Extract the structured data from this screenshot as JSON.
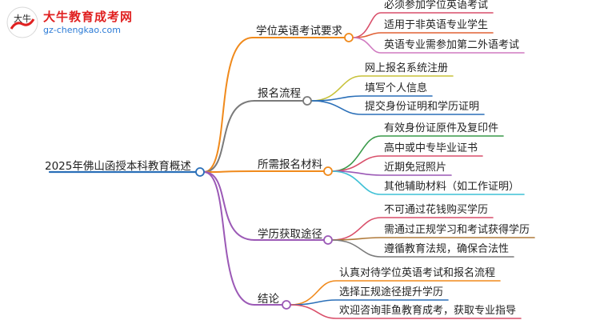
{
  "logo": {
    "title": "大牛教育成考网",
    "url": "gz-chengkao.com",
    "mark_text": "大牛"
  },
  "root": {
    "label": "2025年佛山函授本科教育概述"
  },
  "branches": [
    {
      "label": "学位英语考试要求",
      "color": "#f08a1c",
      "leaves": [
        {
          "label": "必须参加学位英语考试",
          "color": "#d94f6a"
        },
        {
          "label": "适用于非英语专业学生",
          "color": "#e06035"
        },
        {
          "label": "英语专业需参加第二外语考试",
          "color": "#d07ac0"
        }
      ]
    },
    {
      "label": "报名流程",
      "color": "#7a7a7a",
      "leaves": [
        {
          "label": "网上报名系统注册",
          "color": "#c8c23a"
        },
        {
          "label": "填写个人信息",
          "color": "#2a6fb8"
        },
        {
          "label": "提交身份证明和学历证明",
          "color": "#2a6fb8"
        }
      ]
    },
    {
      "label": "所需报名材料",
      "color": "#f08a1c",
      "leaves": [
        {
          "label": "有效身份证原件及复印件",
          "color": "#3a9a4a"
        },
        {
          "label": "高中或中专毕业证书",
          "color": "#d94f6a"
        },
        {
          "label": "近期免冠照片",
          "color": "#9b59b6"
        },
        {
          "label": "其他辅助材料（如工作证明）",
          "color": "#3fc1d6"
        }
      ]
    },
    {
      "label": "学历获取途径",
      "color": "#9b59b6",
      "leaves": [
        {
          "label": "不可通过花钱购买学历",
          "color": "#d94f6a"
        },
        {
          "label": "需通过正规学习和考试获得学历",
          "color": "#b07a3a"
        },
        {
          "label": "遵循教育法规，确保合法性",
          "color": "#7a7a7a"
        }
      ]
    },
    {
      "label": "结论",
      "color": "#9b59b6",
      "leaves": [
        {
          "label": "认真对待学位英语考试和报名流程",
          "color": "#f08a1c"
        },
        {
          "label": "选择正规途径提升学历",
          "color": "#2a6fb8"
        },
        {
          "label": "欢迎咨询菲鱼教育成考，获取专业指导",
          "color": "#d94f6a"
        }
      ]
    }
  ],
  "colors": {
    "root_line": "#2a6fb8",
    "node_fill": "#ffffff"
  }
}
